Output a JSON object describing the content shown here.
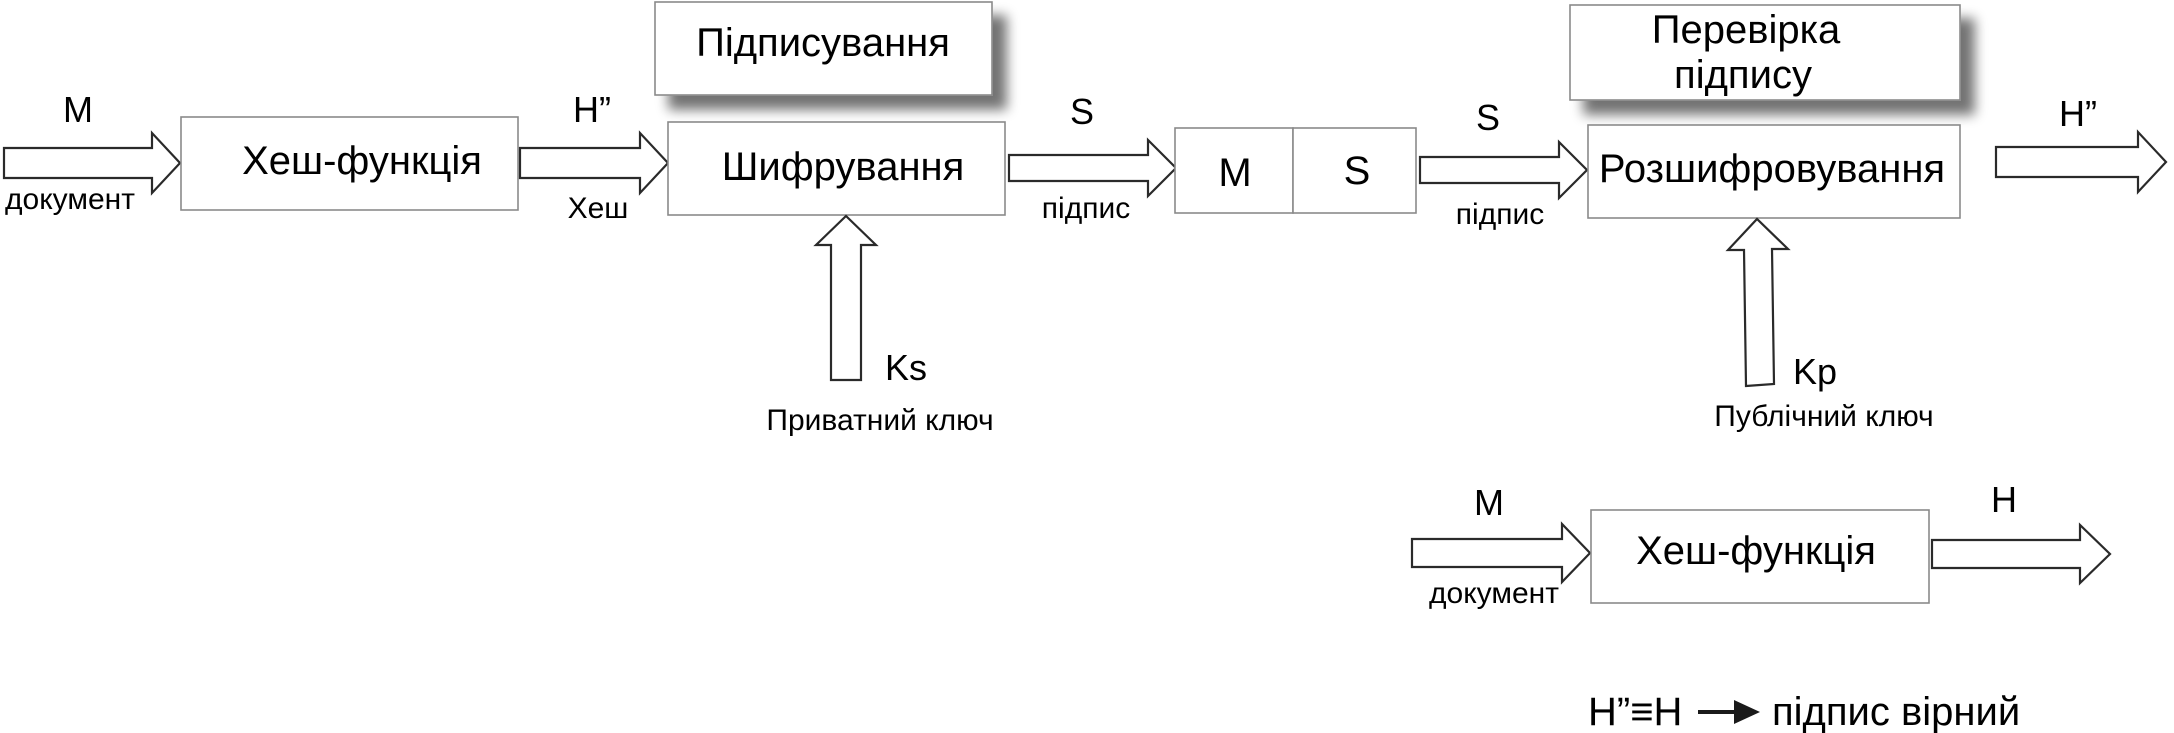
{
  "signing": {
    "header": "Підписування",
    "input_letter": "M",
    "input_label": "документ",
    "hash_box": "Хеш-функція",
    "hash_out_letter": "H”",
    "hash_out_label": "Хеш",
    "encrypt_box": "Шифрування",
    "sig_letter": "S",
    "sig_label": "підпис",
    "key_letter": "Ks",
    "key_label": "Приватний ключ"
  },
  "message": {
    "m": "M",
    "s": "S"
  },
  "verification": {
    "header_line1": "Перевірка",
    "header_line2": "підпису",
    "sig_letter": "S",
    "sig_label": "підпис",
    "decrypt_box": "Розшифровування",
    "out_letter": "H”",
    "key_letter": "Kp",
    "key_label": "Публічний ключ",
    "input_letter": "M",
    "input_label": "документ",
    "hash_box": "Хеш-функція",
    "hash_out_letter": "H"
  },
  "conclusion": {
    "equation": "H”≡H",
    "result": "підпис вірний"
  }
}
